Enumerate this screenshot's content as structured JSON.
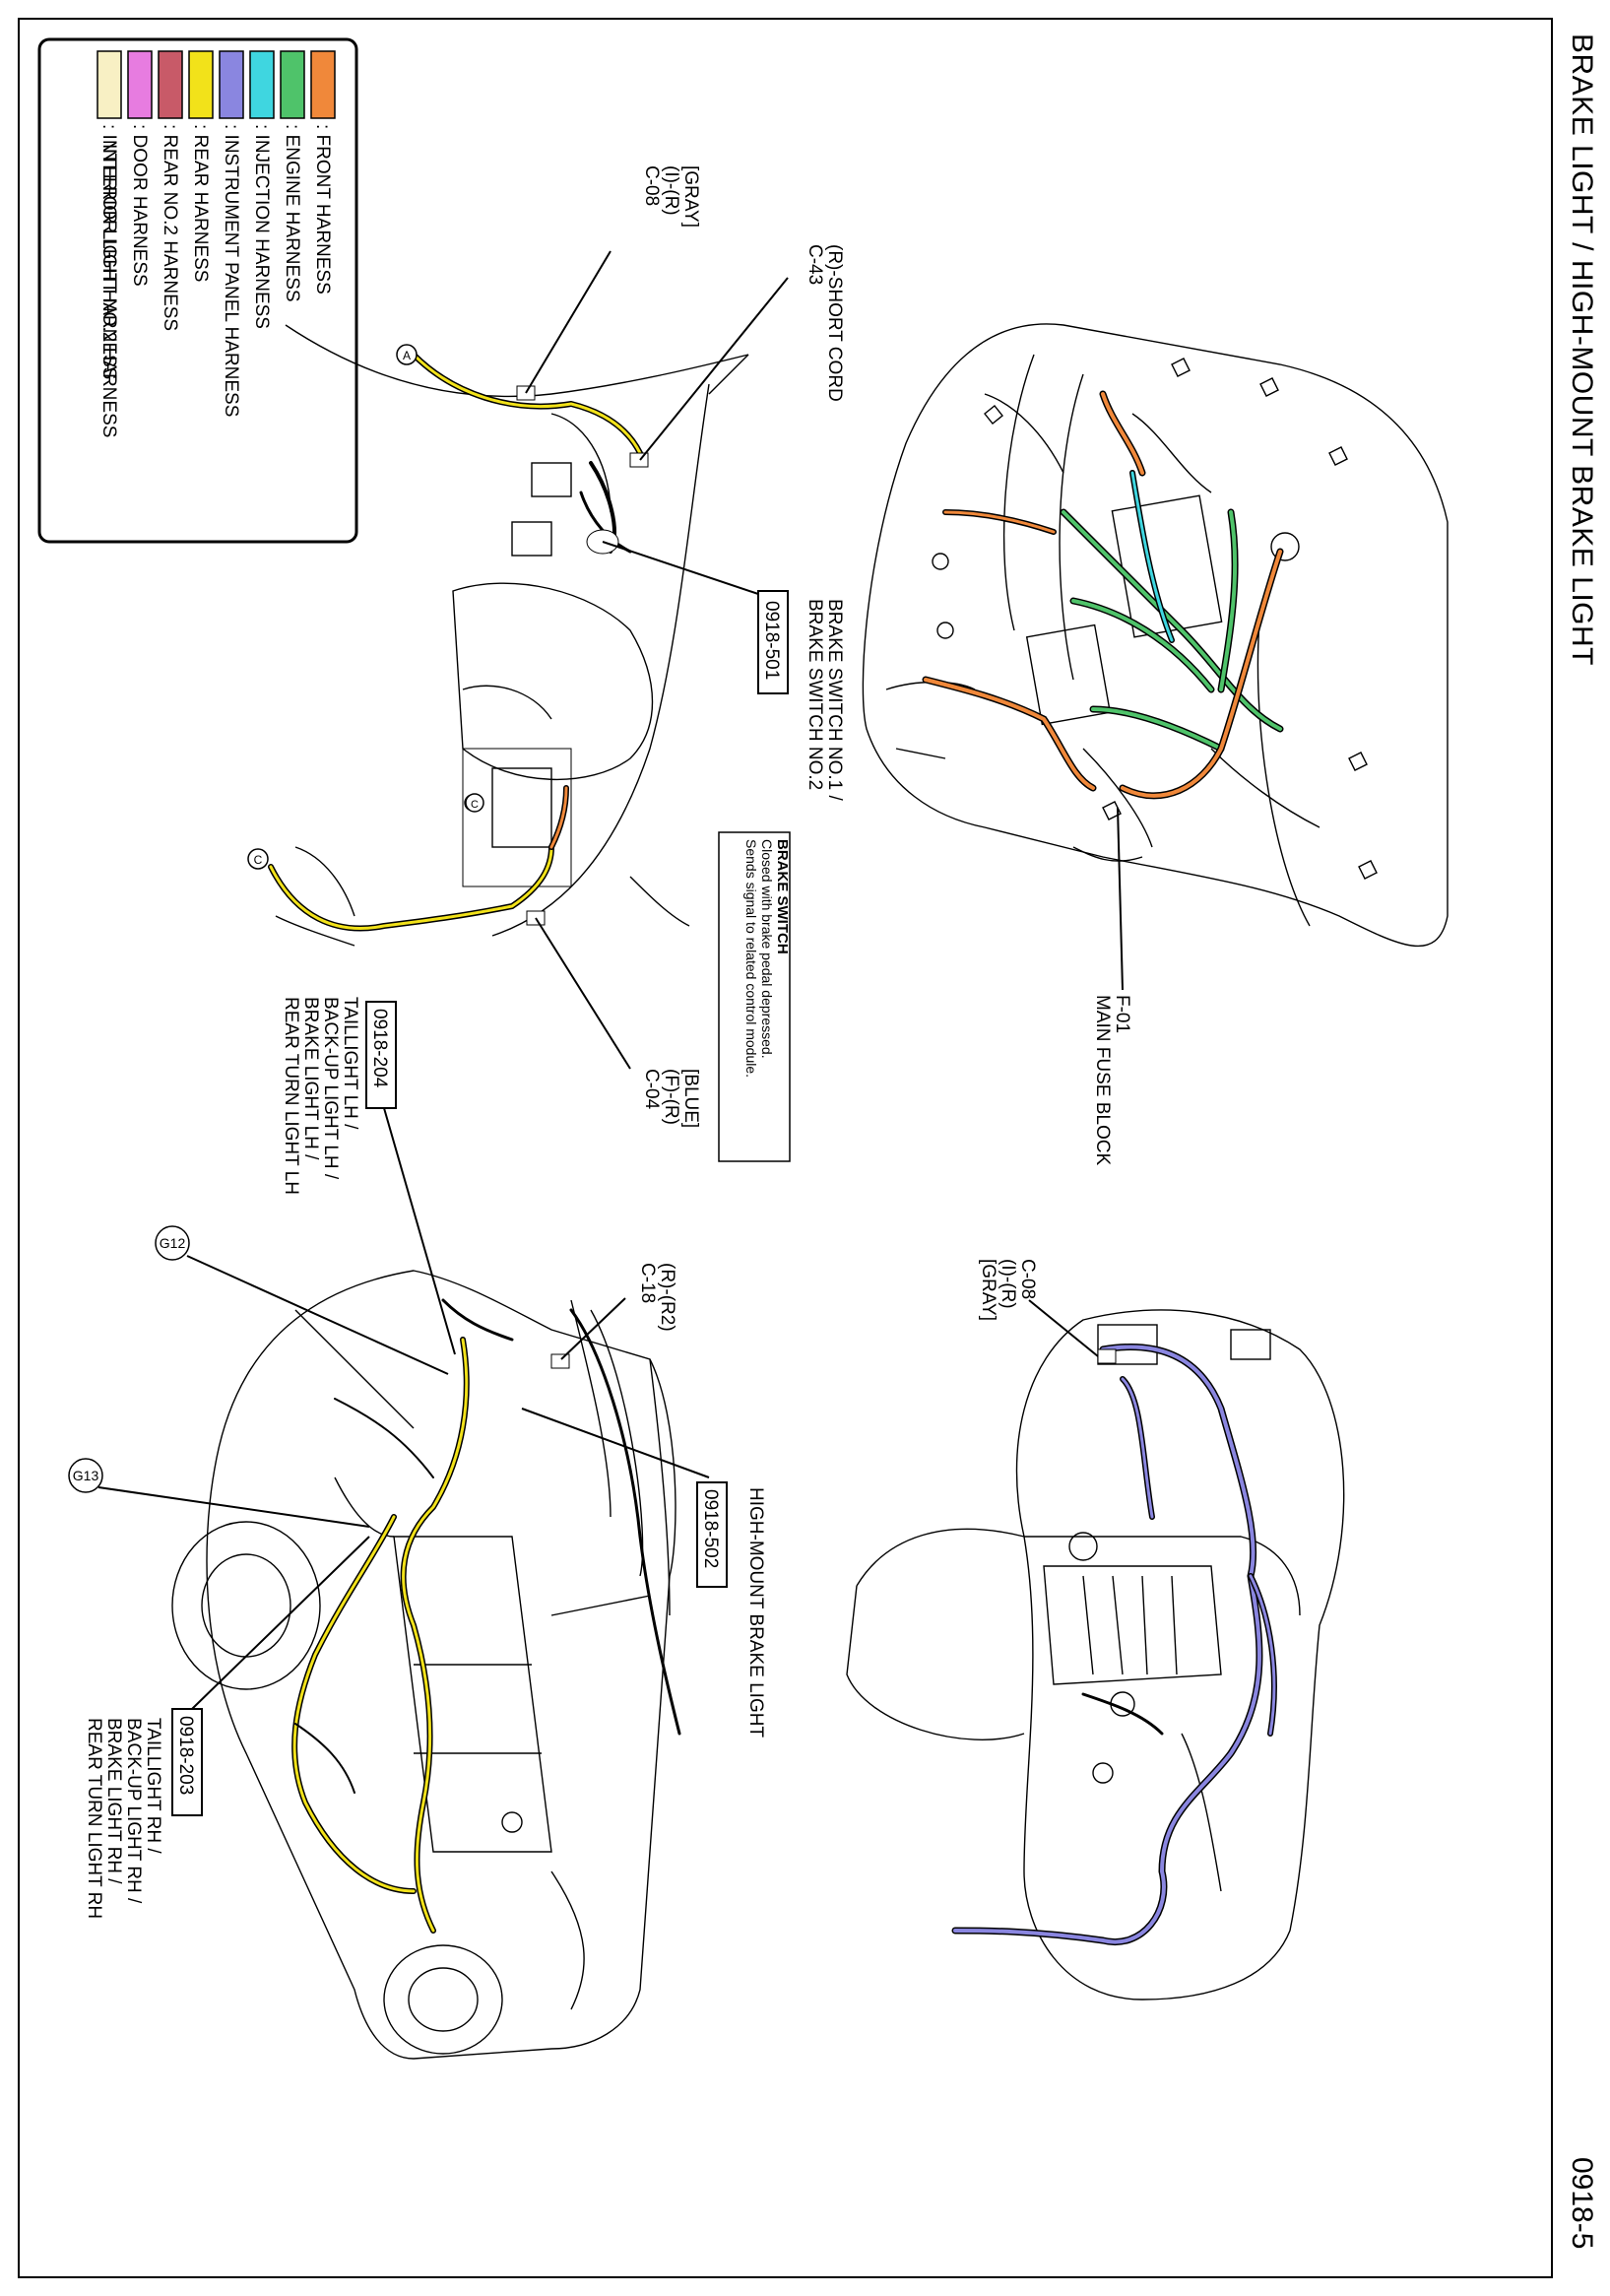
{
  "header": {
    "title": "BRAKE LIGHT / HIGH-MOUNT BRAKE LIGHT",
    "page_number": "0918-5"
  },
  "legend": {
    "items": [
      {
        "label": ": FRONT HARNESS",
        "color": "#f0883a"
      },
      {
        "label": ": ENGINE HARNESS",
        "color": "#4fc36a"
      },
      {
        "label": ": INJECTION HARNESS",
        "color": "#3fd6e0"
      },
      {
        "label": ": INSTRUMENT PANEL HARNESS",
        "color": "#8a86e0"
      },
      {
        "label": ": REAR HARNESS",
        "color": "#f2e21a"
      },
      {
        "label": ": REAR NO.2 HARNESS",
        "color": "#c85a68"
      },
      {
        "label": ": DOOR HARNESS",
        "color": "#e77ce0"
      },
      {
        "label": ": INTERIOR LIGHT HARNESS",
        "color": "#f8f0c4"
      },
      {
        "label": "INTERIOR LIGHT NO.2 HARNESS",
        "color": ""
      }
    ]
  },
  "callouts": {
    "c08_top": [
      "C-08",
      "(I)-(R)",
      "[GRAY]"
    ],
    "c43": [
      "C-43",
      "(R)-SHORT CORD"
    ],
    "brake_switch": [
      "BRAKE SWITCH NO.1 /",
      "BRAKE SWITCH NO.2"
    ],
    "brake_switch_ref": "0918-501",
    "brake_switch_note": [
      "BRAKE SWITCH",
      "Closed with brake pedal depressed.",
      "Sends signal to related control module."
    ],
    "c04": [
      "C-04",
      "(F)-(R)",
      "[BLUE]"
    ],
    "f01": [
      "F-01",
      "MAIN FUSE BLOCK"
    ],
    "c08_right": [
      "C-08",
      "(I)-(R)",
      "[GRAY]"
    ],
    "lh_lights": [
      "TAILLIGHT LH /",
      "BACK-UP LIGHT LH /",
      "BRAKE LIGHT LH /",
      "REAR TURN LIGHT LH"
    ],
    "lh_ref": "0918-204",
    "c18": [
      "C-18",
      "(R)-(R2)"
    ],
    "high_mount": "HIGH-MOUNT BRAKE LIGHT",
    "high_mount_ref": "0918-502",
    "g12": "G12",
    "g13": "G13",
    "rh_lights": [
      "TAILLIGHT RH /",
      "BACK-UP LIGHT RH /",
      "BRAKE LIGHT RH /",
      "REAR TURN LIGHT RH"
    ],
    "rh_ref": "0918-203",
    "ground_a": "A",
    "ground_b": "C",
    "ground_c": "C"
  }
}
